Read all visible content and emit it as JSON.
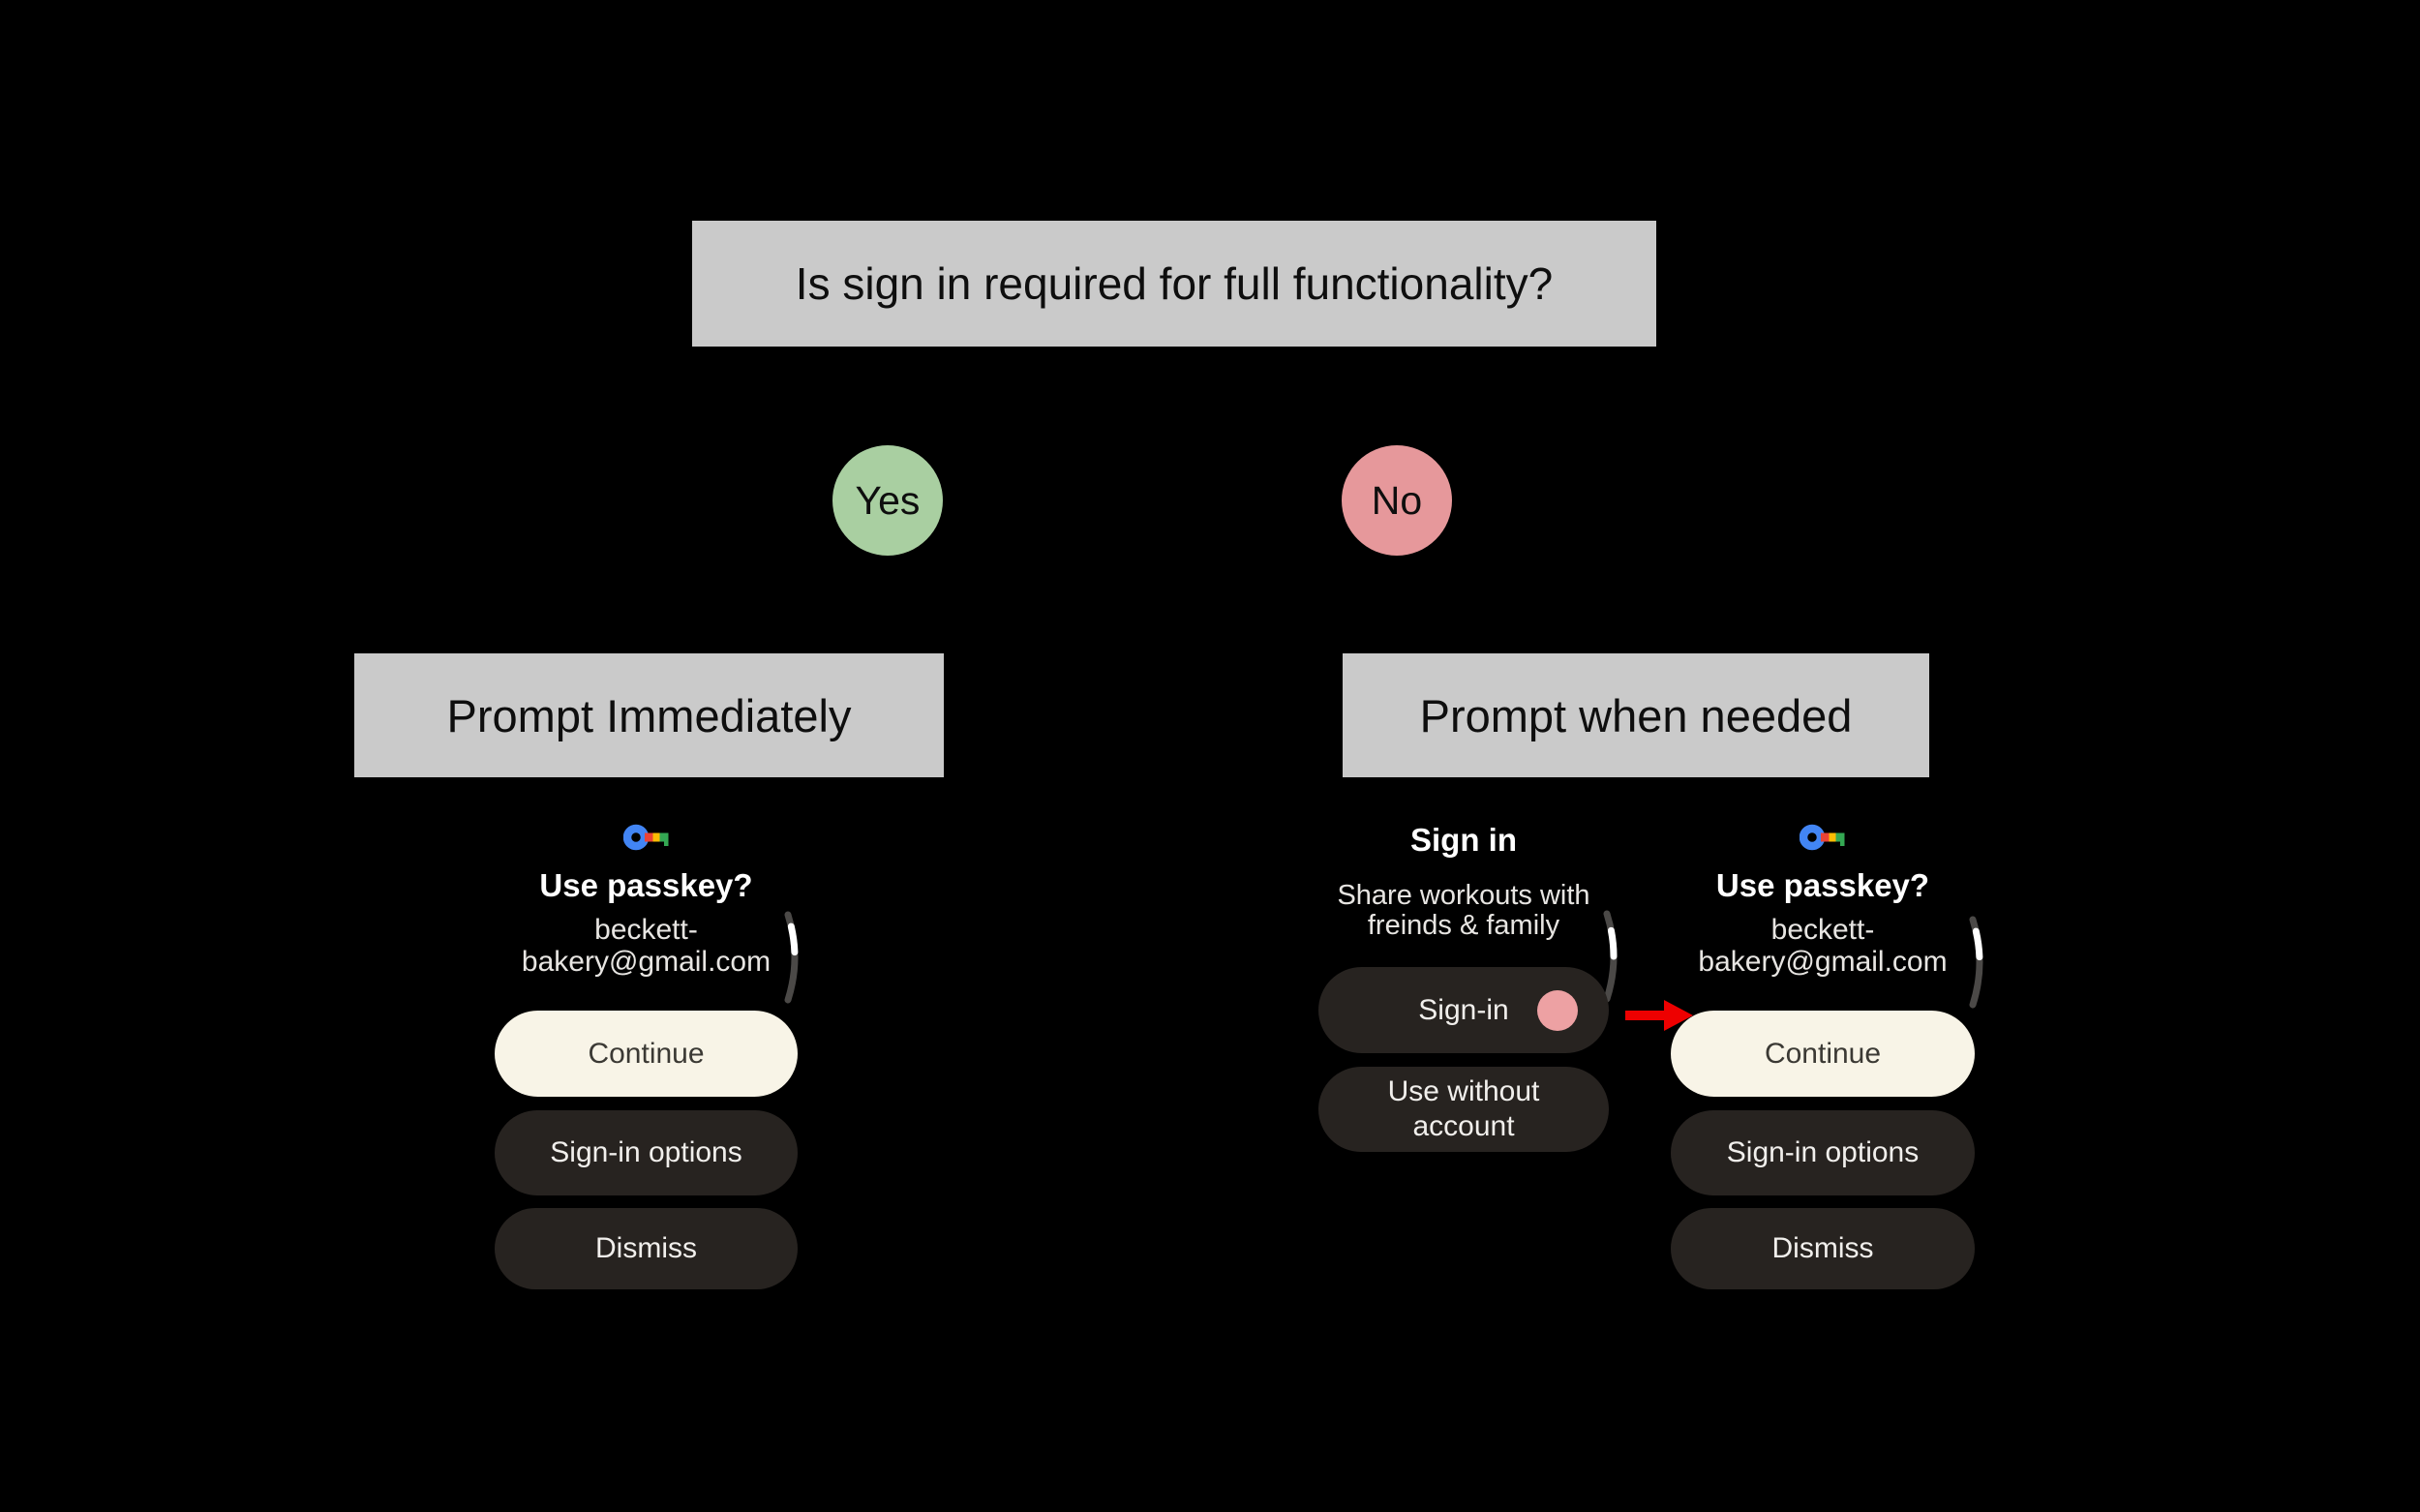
{
  "question": {
    "label": "Is sign in required for full functionality?"
  },
  "branch_yes": {
    "label": "Yes",
    "outcome": "Prompt Immediately"
  },
  "branch_no": {
    "label": "No",
    "outcome": "Prompt when needed"
  },
  "passkey_screen_left": {
    "icon": "google-passkey-key",
    "title": "Use passkey?",
    "account_line1": "beckett-",
    "account_line2": "bakery@gmail.com",
    "continue_label": "Continue",
    "signin_options_label": "Sign-in options",
    "dismiss_label": "Dismiss"
  },
  "signin_screen": {
    "title": "Sign in",
    "subtitle_line1": "Share workouts with",
    "subtitle_line2": "freinds & family",
    "signin_label": "Sign-in",
    "use_without_line1": "Use without",
    "use_without_line2": "account"
  },
  "passkey_screen_right": {
    "icon": "google-passkey-key",
    "title": "Use passkey?",
    "account_line1": "beckett-",
    "account_line2": "bakery@gmail.com",
    "continue_label": "Continue",
    "signin_options_label": "Sign-in options",
    "dismiss_label": "Dismiss"
  },
  "colors": {
    "background": "#000000",
    "node_box": "#cacaca",
    "yes_circle": "#a9cfa1",
    "no_circle": "#e6989b",
    "primary_button": "#f8f4e7",
    "secondary_button": "#272320",
    "tap_indicator": "#eda1a3",
    "arrow": "#ee0000",
    "passkey_blue": "#4285F4",
    "passkey_red": "#EA4335",
    "passkey_yellow": "#FBBC04",
    "passkey_green": "#34A853"
  }
}
